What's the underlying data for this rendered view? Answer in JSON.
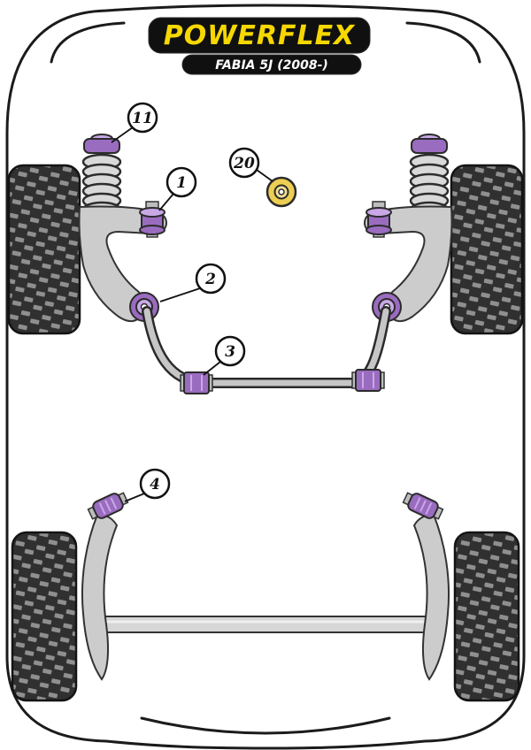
{
  "diagram": {
    "brand": "POWERFLEX",
    "model": "FABIA 5J (2008-)",
    "callouts": [
      {
        "label": "11",
        "part": "front-spring-top-mount"
      },
      {
        "label": "1",
        "part": "front-arm-front-bush"
      },
      {
        "label": "20",
        "part": "engine-mount-washer"
      },
      {
        "label": "2",
        "part": "front-arm-rear-bush"
      },
      {
        "label": "3",
        "part": "anti-roll-bar-bush"
      },
      {
        "label": "4",
        "part": "rear-trailing-arm-bush"
      }
    ],
    "colors": {
      "bush_purple": "#9a6cc0",
      "bush_purple_light": "#c9a8e6",
      "washer_yellow": "#ecce52",
      "logo_yellow": "#f6d800",
      "plate_black": "#101010",
      "metal_gray": "#cccccc",
      "tire_dark": "#303030"
    }
  }
}
